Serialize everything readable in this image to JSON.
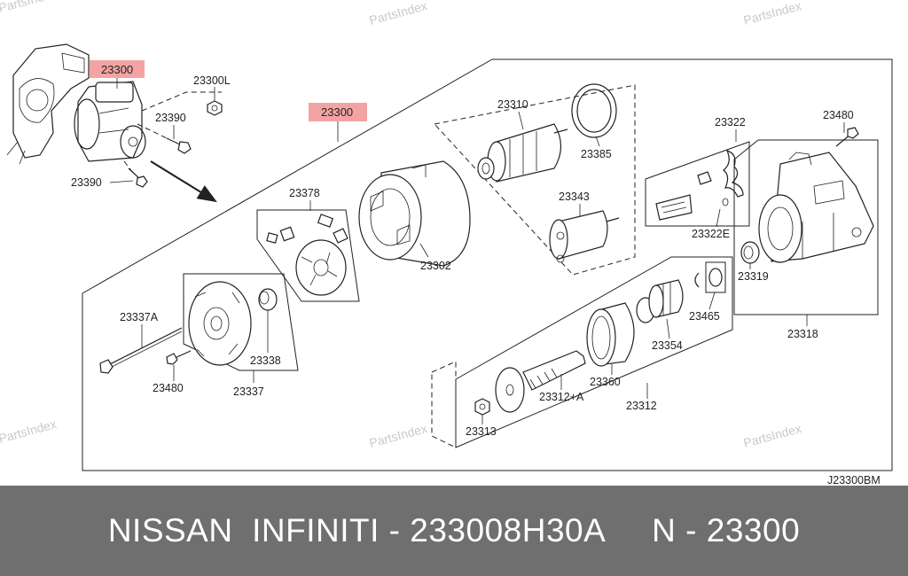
{
  "watermarks": [
    "PartsIndex",
    "PartsIndex",
    "PartsIndex",
    "PartsIndex",
    "PartsIndex"
  ],
  "diagram_code": "J23300BM",
  "highlight_color": "#f4a3a3",
  "labels": {
    "main_starter": "23300",
    "starter_assembly": "23300",
    "nut": "23300L",
    "bolt_upper": "23390",
    "bolt_lower": "23390",
    "brush_set": "23378",
    "yoke": "23302",
    "armature": "23310",
    "packing": "23385",
    "magnetic_switch": "23343",
    "lever_set": "23322",
    "lever_clip": "23322E",
    "bolt_rear": "23480",
    "housing_assembly": "23318",
    "bushing": "23319",
    "pinion": "23354",
    "stopper_ring": "23465",
    "internal_gear": "23360",
    "shaft": "23312+A",
    "gear_assembly": "23312",
    "nut_small": "23313",
    "through_bolt": "23337A",
    "screw": "23480",
    "brush_holder_cover": "23337",
    "cap": "23338"
  },
  "footer": {
    "brand": "NISSAN  INFINITI",
    "part_number": "233008H30A",
    "ref": "N - 23300"
  }
}
